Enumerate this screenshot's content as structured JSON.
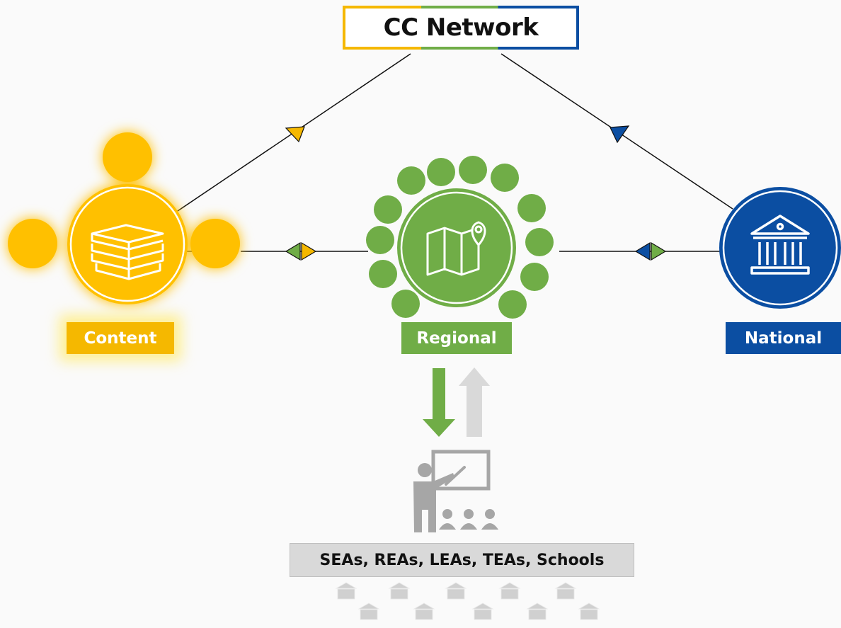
{
  "title": "CC Network",
  "nodes": {
    "content": {
      "label": "Content",
      "color": "#f5b800",
      "icon": "books-icon"
    },
    "regional": {
      "label": "Regional",
      "color": "#70ad47",
      "icon": "map-pin-icon"
    },
    "national": {
      "label": "National",
      "color": "#0b4ea2",
      "icon": "government-building-icon"
    }
  },
  "stakeholders": "SEAs, REAs, LEAs, TEAs, Schools",
  "colors": {
    "content": "#f5b800",
    "regional": "#70ad47",
    "national": "#0b4ea2",
    "muted_gray": "#a6a6a6",
    "up_arrow": "#d9d9d9"
  },
  "icons": [
    "books-icon",
    "map-pin-icon",
    "government-building-icon",
    "teacher-presentation-icon",
    "school-building-icon"
  ]
}
